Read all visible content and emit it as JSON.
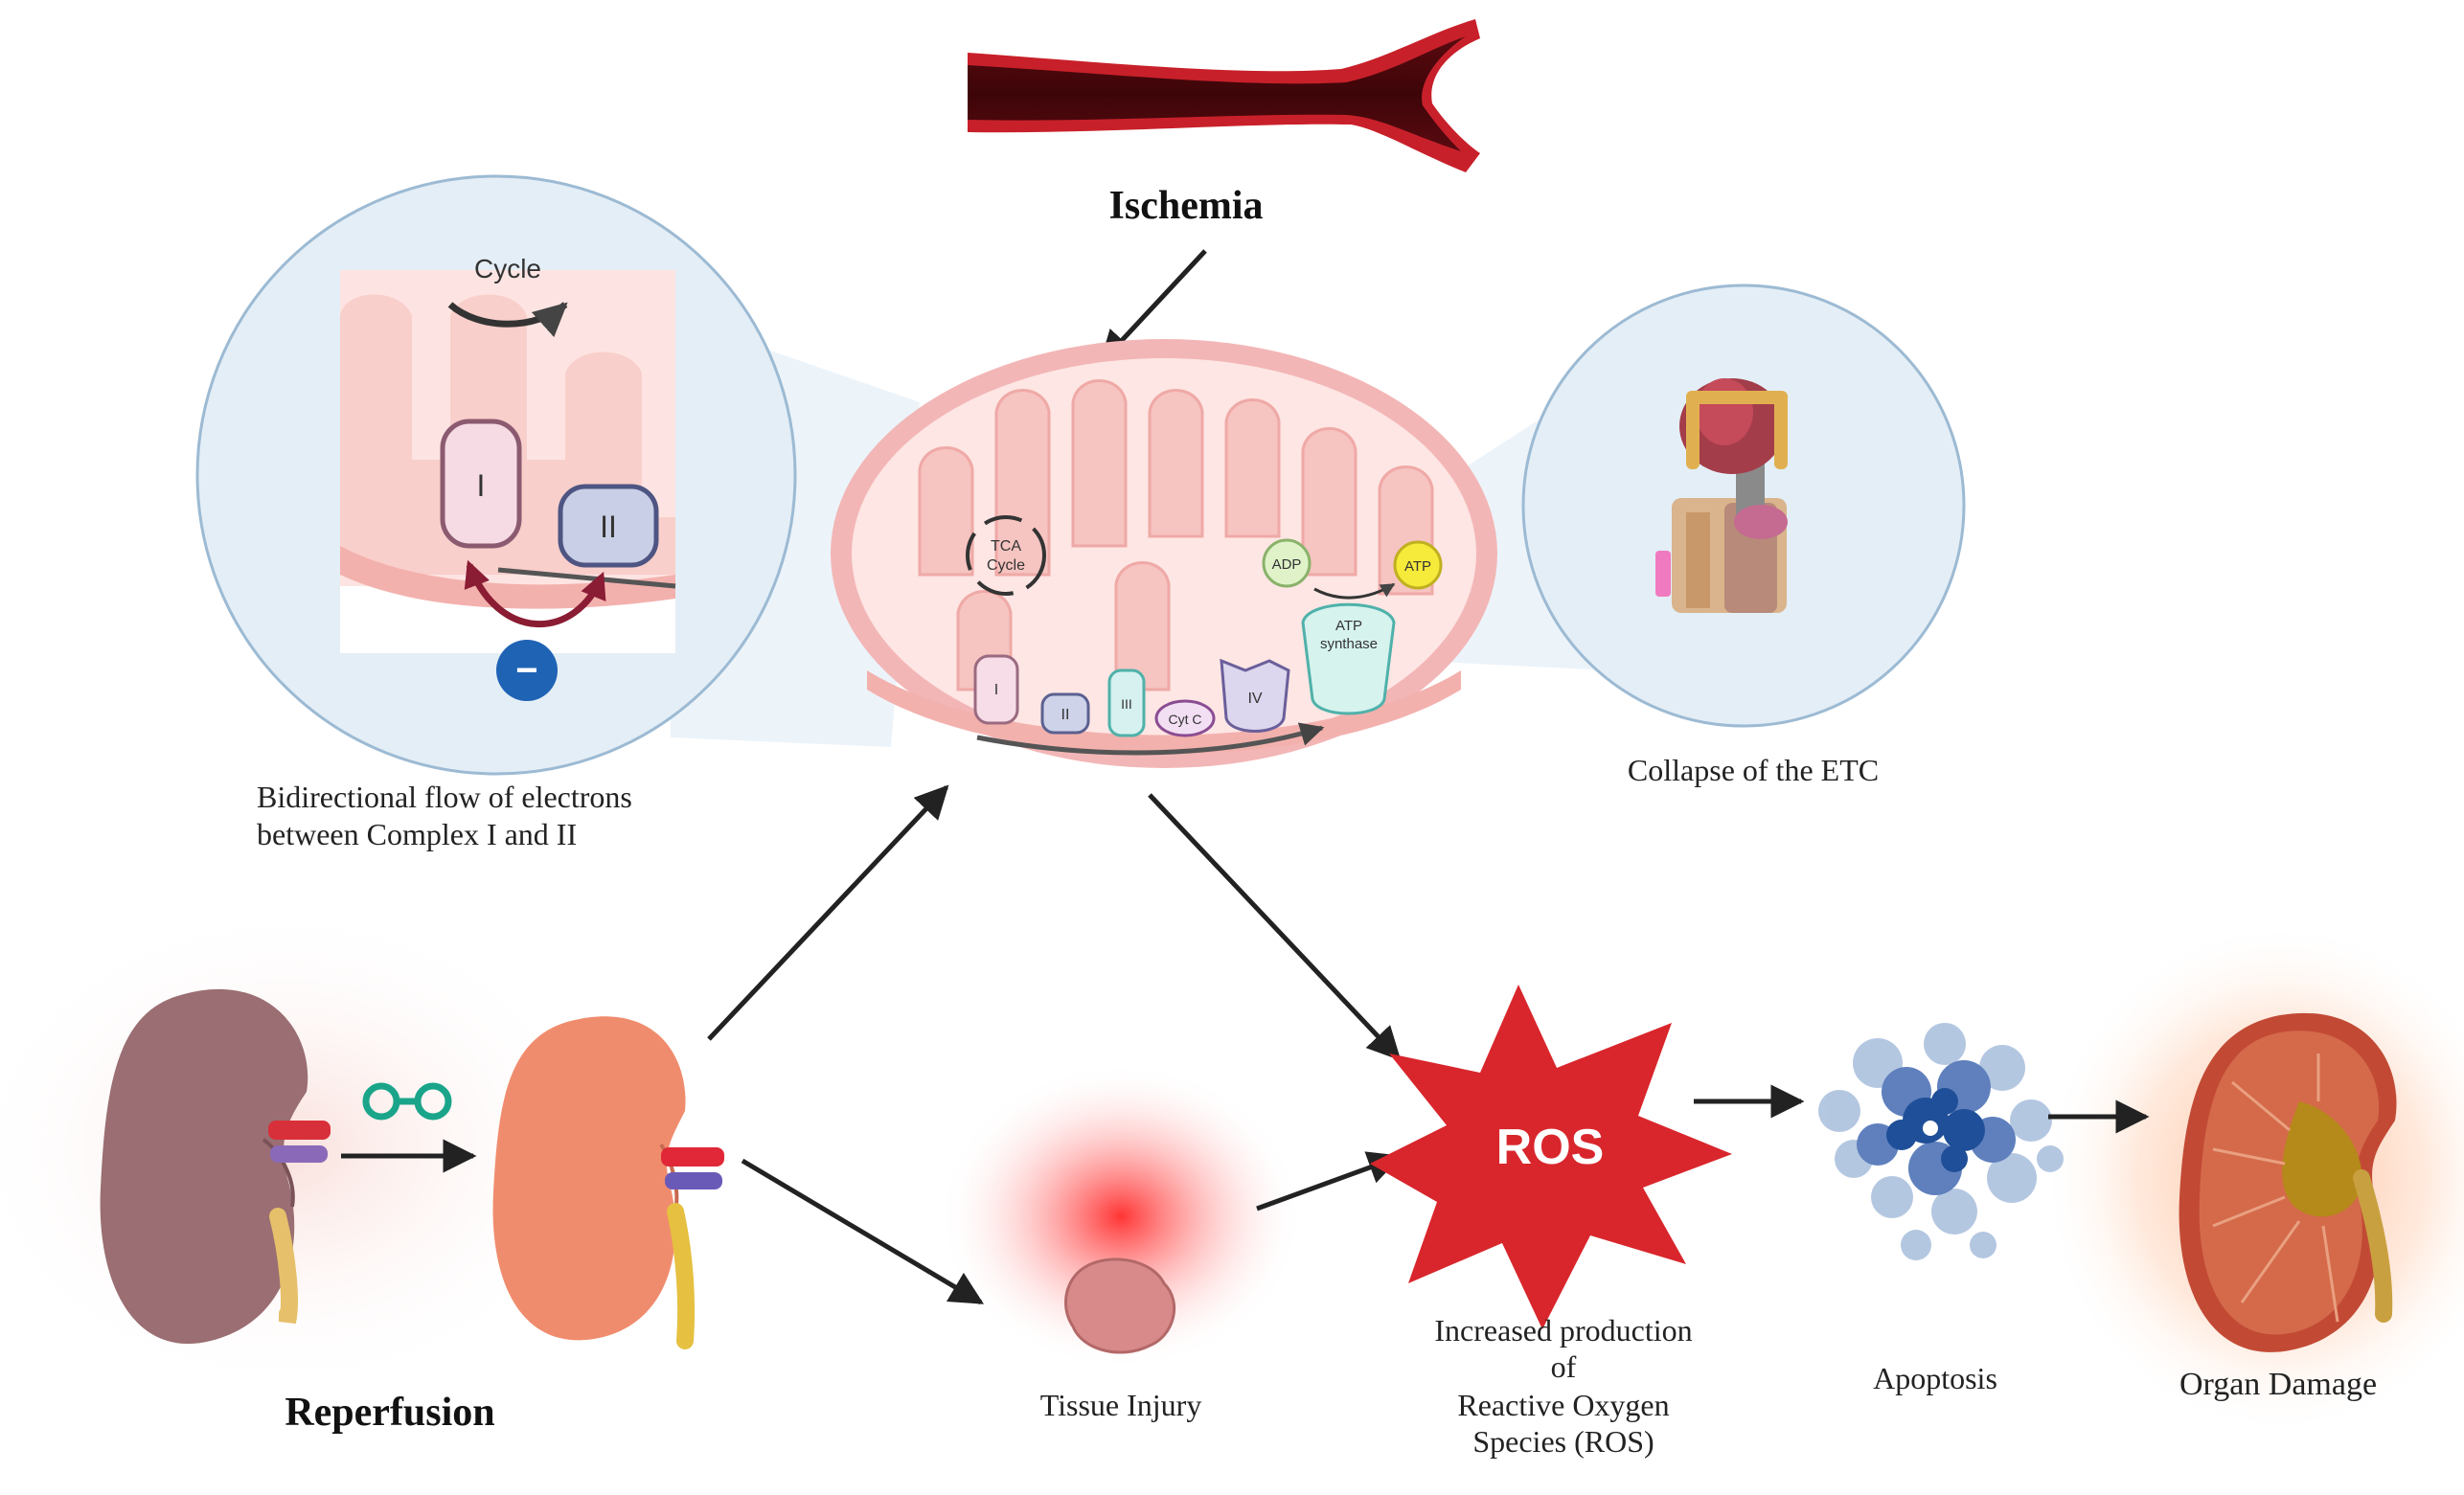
{
  "labels": {
    "ischemia": "Ischemia",
    "reperfusion": "Reperfusion",
    "bidirectional_line1": "Bidirectional flow of electrons",
    "bidirectional_line2": "between Complex I and II",
    "collapse": "Collapse of the ETC",
    "tissue_injury": "Tissue Injury",
    "ros_line1": "Increased production",
    "ros_line2": "of",
    "ros_line3": "Reactive Oxygen",
    "ros_line4": "Species (ROS)",
    "apoptosis": "Apoptosis",
    "organ_damage": "Organ Damage"
  },
  "mitochondrion": {
    "tca_line1": "TCA",
    "tca_line2": "Cycle",
    "adp": "ADP",
    "atp": "ATP",
    "synthase_line1": "ATP",
    "synthase_line2": "synthase",
    "complexes": [
      "I",
      "II",
      "III",
      "Cyt C",
      "IV"
    ]
  },
  "zoom_left": {
    "cycle_label": "Cycle",
    "complex_i": "I",
    "complex_ii": "II",
    "electron": "−"
  },
  "ros_burst": "ROS",
  "colors": {
    "vessel_dark": "#5a0a10",
    "vessel_red": "#c8202a",
    "mito_outer": "#f3b6b6",
    "mito_inner": "#fde6e4",
    "ros_red": "#d8262c",
    "kidney_normal": "#f08c6e",
    "kidney_ischemic": "#9a6e72",
    "apoptosis_blue": "#2f58a0",
    "electron_blue": "#1f63b5",
    "arrow": "#222222"
  }
}
